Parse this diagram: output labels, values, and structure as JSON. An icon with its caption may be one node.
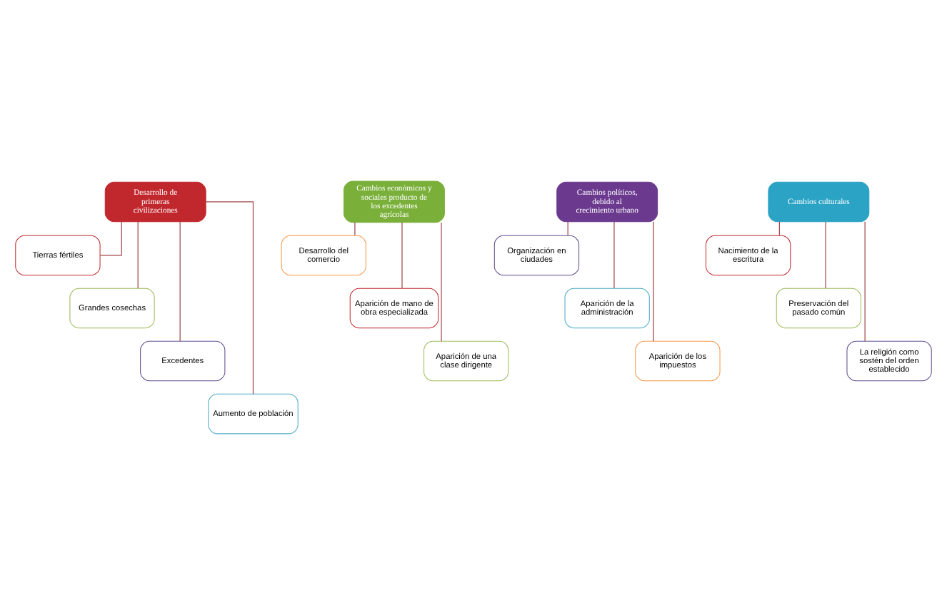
{
  "diagram": {
    "nodes": [
      {
        "text": [
          "Desarrollo de primeras civilizaciones"
        ]
      },
      {
        "text": [
          "Tierras fértiles"
        ]
      },
      {
        "text": [
          "Grandes cosechas"
        ]
      },
      {
        "text": [
          "Excedentes"
        ]
      },
      {
        "text": [
          "Aumento de población"
        ]
      },
      {
        "text": [
          "Cambios económicos y sociales producto de los excedentes agrícolas"
        ]
      },
      {
        "text": [
          "Desarrollo del comercio"
        ]
      },
      {
        "text": [
          "Aparición de mano de obra especializada"
        ]
      },
      {
        "text": [
          "Aparición de una clase dirigente"
        ]
      },
      {
        "text": [
          "Cambios políticos, debido al crecimiento urbano"
        ]
      },
      {
        "text": [
          "Organización en ciudades"
        ]
      },
      {
        "text": [
          "Aparición de la administración"
        ]
      },
      {
        "text": [
          "Aparición de los impuestos"
        ]
      },
      {
        "text": [
          "Cambios culturales"
        ]
      },
      {
        "text": [
          "Nacimiento de la escritura"
        ]
      },
      {
        "text": [
          "Preservación del pasado común"
        ]
      },
      {
        "text": [
          "La religión como sostén del orden establecido"
        ]
      }
    ],
    "edges": [
      {
        "from": 0,
        "to": 1,
        "arrow": "none"
      },
      {
        "from": 0,
        "to": 2,
        "arrow": "none"
      },
      {
        "from": 0,
        "to": 3,
        "arrow": "none"
      },
      {
        "from": 0,
        "to": 4,
        "arrow": "none"
      },
      {
        "from": 5,
        "to": 6,
        "arrow": "none"
      },
      {
        "from": 5,
        "to": 7,
        "arrow": "none"
      },
      {
        "from": 5,
        "to": 8,
        "arrow": "none"
      },
      {
        "from": 9,
        "to": 10,
        "arrow": "none"
      },
      {
        "from": 9,
        "to": 11,
        "arrow": "none"
      },
      {
        "from": 9,
        "to": 12,
        "arrow": "none"
      },
      {
        "from": 13,
        "to": 14,
        "arrow": "none"
      },
      {
        "from": 13,
        "to": 15,
        "arrow": "none"
      },
      {
        "from": 13,
        "to": 16,
        "arrow": "none"
      }
    ]
  }
}
